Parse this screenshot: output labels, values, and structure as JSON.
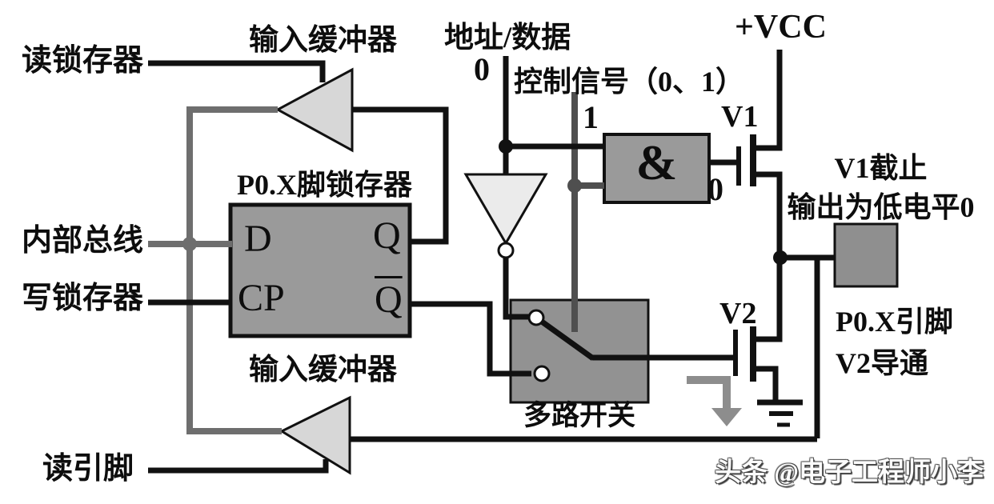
{
  "diagram": {
    "title_context": "P0.X port bit structure schematic",
    "labels": {
      "read_latch": "读锁存器",
      "input_buffer_top": "输入缓冲器",
      "addr_data": "地址/数据",
      "addr_data_value": "0",
      "control_signal": "控制信号（0、1）",
      "control_value": "1",
      "internal_bus": "内部总线",
      "write_latch": "写锁存器",
      "latch_title": "P0.X脚锁存器",
      "latch_d": "D",
      "latch_cp": "CP",
      "latch_q": "Q",
      "latch_qbar": "Q",
      "and_gate": "&",
      "and_output_value": "0",
      "v1_name": "V1",
      "vcc": "+VCC",
      "v1_state_line1": "V1截止",
      "v1_state_line2": "输出为低电平0",
      "pin_name": "P0.X引脚",
      "v2_state": "V2导通",
      "v2_name": "V2",
      "mux": "多路开关",
      "input_buffer_bottom": "输入缓冲器",
      "read_pin": "读引脚",
      "watermark": "头条 @电子工程师小李"
    },
    "colors": {
      "background": "#ffffff",
      "box_fill": "#9a9a9a",
      "mux_fill": "#929292",
      "pad_fill": "#8f8f8f",
      "buffer_fill": "#d7d7d7",
      "inverter_fill": "#ebebeb",
      "wire_black": "#111111",
      "wire_gray": "#6e6e6e",
      "control_gray": "#4f4f4f",
      "arrow_gray": "#8d8d8d"
    }
  }
}
